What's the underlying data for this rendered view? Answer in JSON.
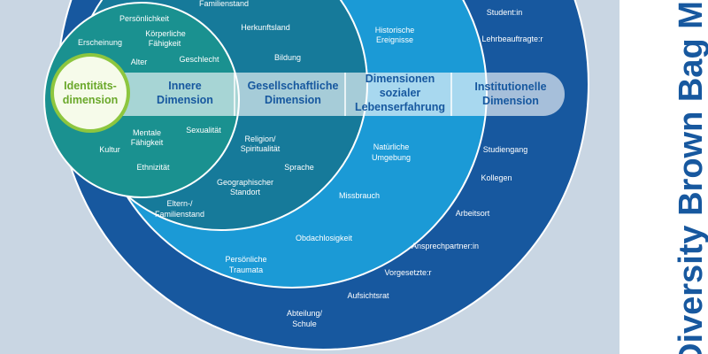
{
  "layers": {
    "identity": {
      "title_l1": "Identitäts-",
      "title_l2": "dimension"
    },
    "inner": {
      "title_l1": "Innere",
      "title_l2": "Dimension",
      "items": {
        "persoenlichkeit": "Persönlichkeit",
        "koerperlich_l1": "Körperliche",
        "koerperlich_l2": "Fähigkeit",
        "erscheinung": "Erscheinung",
        "alter": "Alter",
        "geschlecht": "Geschlecht",
        "mental_l1": "Mentale",
        "mental_l2": "Fähigkeit",
        "sexualitaet": "Sexualität",
        "kultur": "Kultur",
        "ethnizitaet": "Ethnizität"
      }
    },
    "social": {
      "title_l1": "Gesellschaftliche",
      "title_l2": "Dimension",
      "items": {
        "familienstand_top": "Familienstand",
        "herkunftsland": "Herkunftsland",
        "bildung": "Bildung",
        "religion_l1": "Religion/",
        "religion_l2": "Spiritualität",
        "sprache": "Sprache",
        "geo_l1": "Geographischer",
        "geo_l2": "Standort",
        "eltern_l1": "Eltern-/",
        "eltern_l2": "Familienstand"
      }
    },
    "life": {
      "title_l1": "Dimensionen",
      "title_l2": "sozialer",
      "title_l3": "Lebenserfahrung",
      "items": {
        "hist_l1": "Historische",
        "hist_l2": "Ereignisse",
        "natur_l1": "Natürliche",
        "natur_l2": "Umgebung",
        "missbrauch": "Missbrauch",
        "obdach": "Obdachlosigkeit",
        "trauma_l1": "Persönliche",
        "trauma_l2": "Traumata"
      }
    },
    "institutional": {
      "title_l1": "Institutionelle",
      "title_l2": "Dimension",
      "items": {
        "student": "Student:in",
        "lehrbeauftragte": "Lehrbeauftragte:r",
        "studiengang": "Studiengang",
        "kollegen": "Kollegen",
        "arbeitsort": "Arbeitsort",
        "ansprech": "Ansprechpartner:in",
        "vorgesetzte": "Vorgesetzte:r",
        "aufsichtsrat": "Aufsichtsrat",
        "abteilung_l1": "Abteilung/",
        "abteilung_l2": "Schule"
      }
    }
  },
  "side_title": "Diversity Brown Bag Me",
  "colors": {
    "background": "#c9d6e3",
    "institutional": "#17589f",
    "life": "#1b9ad6",
    "social": "#167a9a",
    "inner": "#1a9190",
    "identity": "#8dc63f",
    "identity_text": "#6aa82a",
    "band": "#ffffff",
    "dim_text": "#17589f"
  }
}
